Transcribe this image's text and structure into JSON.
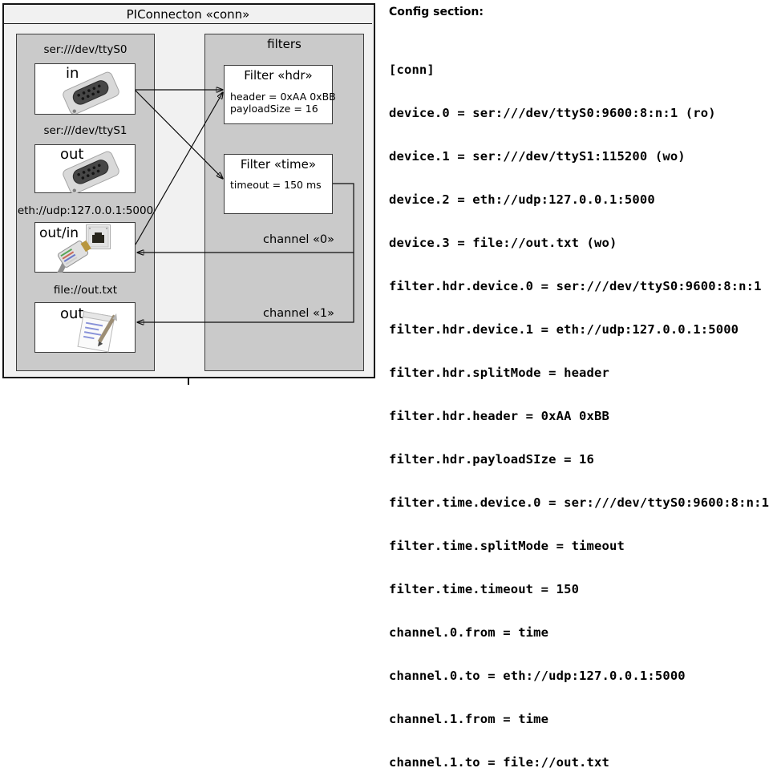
{
  "diagram": {
    "title": "PIConnecton «conn»",
    "devices_panel": {
      "devices": [
        {
          "label": "ser:///dev/ttyS0",
          "direction": "in",
          "icon": "serial-connector-icon"
        },
        {
          "label": "ser:///dev/ttyS1",
          "direction": "out",
          "icon": "serial-connector-icon"
        },
        {
          "label": "eth://udp:127.0.0.1:5000",
          "direction": "out/in",
          "icon": "ethernet-connector-icon"
        },
        {
          "label": "file://out.txt",
          "direction": "out",
          "icon": "notepad-icon"
        }
      ]
    },
    "filters_panel": {
      "title": "filters",
      "filters": [
        {
          "title": "Filter «hdr»",
          "params": [
            "header = 0xAA 0xBB",
            "payloadSize = 16"
          ]
        },
        {
          "title": "Filter «time»",
          "params": [
            "timeout = 150 ms"
          ]
        }
      ]
    },
    "channels": [
      {
        "label": "channel «0»"
      },
      {
        "label": "channel «1»"
      }
    ]
  },
  "config": {
    "heading": "Config section:",
    "lines": [
      "[conn]",
      "device.0 = ser:///dev/ttyS0:9600:8:n:1 (ro)",
      "device.1 = ser:///dev/ttyS1:115200 (wo)",
      "device.2 = eth://udp:127.0.0.1:5000",
      "device.3 = file://out.txt (wo)",
      "filter.hdr.device.0 = ser:///dev/ttyS0:9600:8:n:1",
      "filter.hdr.device.1 = eth://udp:127.0.0.1:5000",
      "filter.hdr.splitMode = header",
      "filter.hdr.header = 0xAA 0xBB",
      "filter.hdr.payloadSIze = 16",
      "filter.time.device.0 = ser:///dev/ttyS0:9600:8:n:1",
      "filter.time.splitMode = timeout",
      "filter.time.timeout = 150",
      "channel.0.from = time",
      "channel.0.to = eth://udp:127.0.0.1:5000",
      "channel.1.from = time",
      "channel.1.to = file://out.txt"
    ]
  },
  "colors": {
    "outer_bg": "#f1f1f1",
    "panel_bg": "#cacaca",
    "box_bg": "#ffffff",
    "outer_border": "#141414",
    "inner_border": "#3d3d3d",
    "text": "#000000"
  }
}
